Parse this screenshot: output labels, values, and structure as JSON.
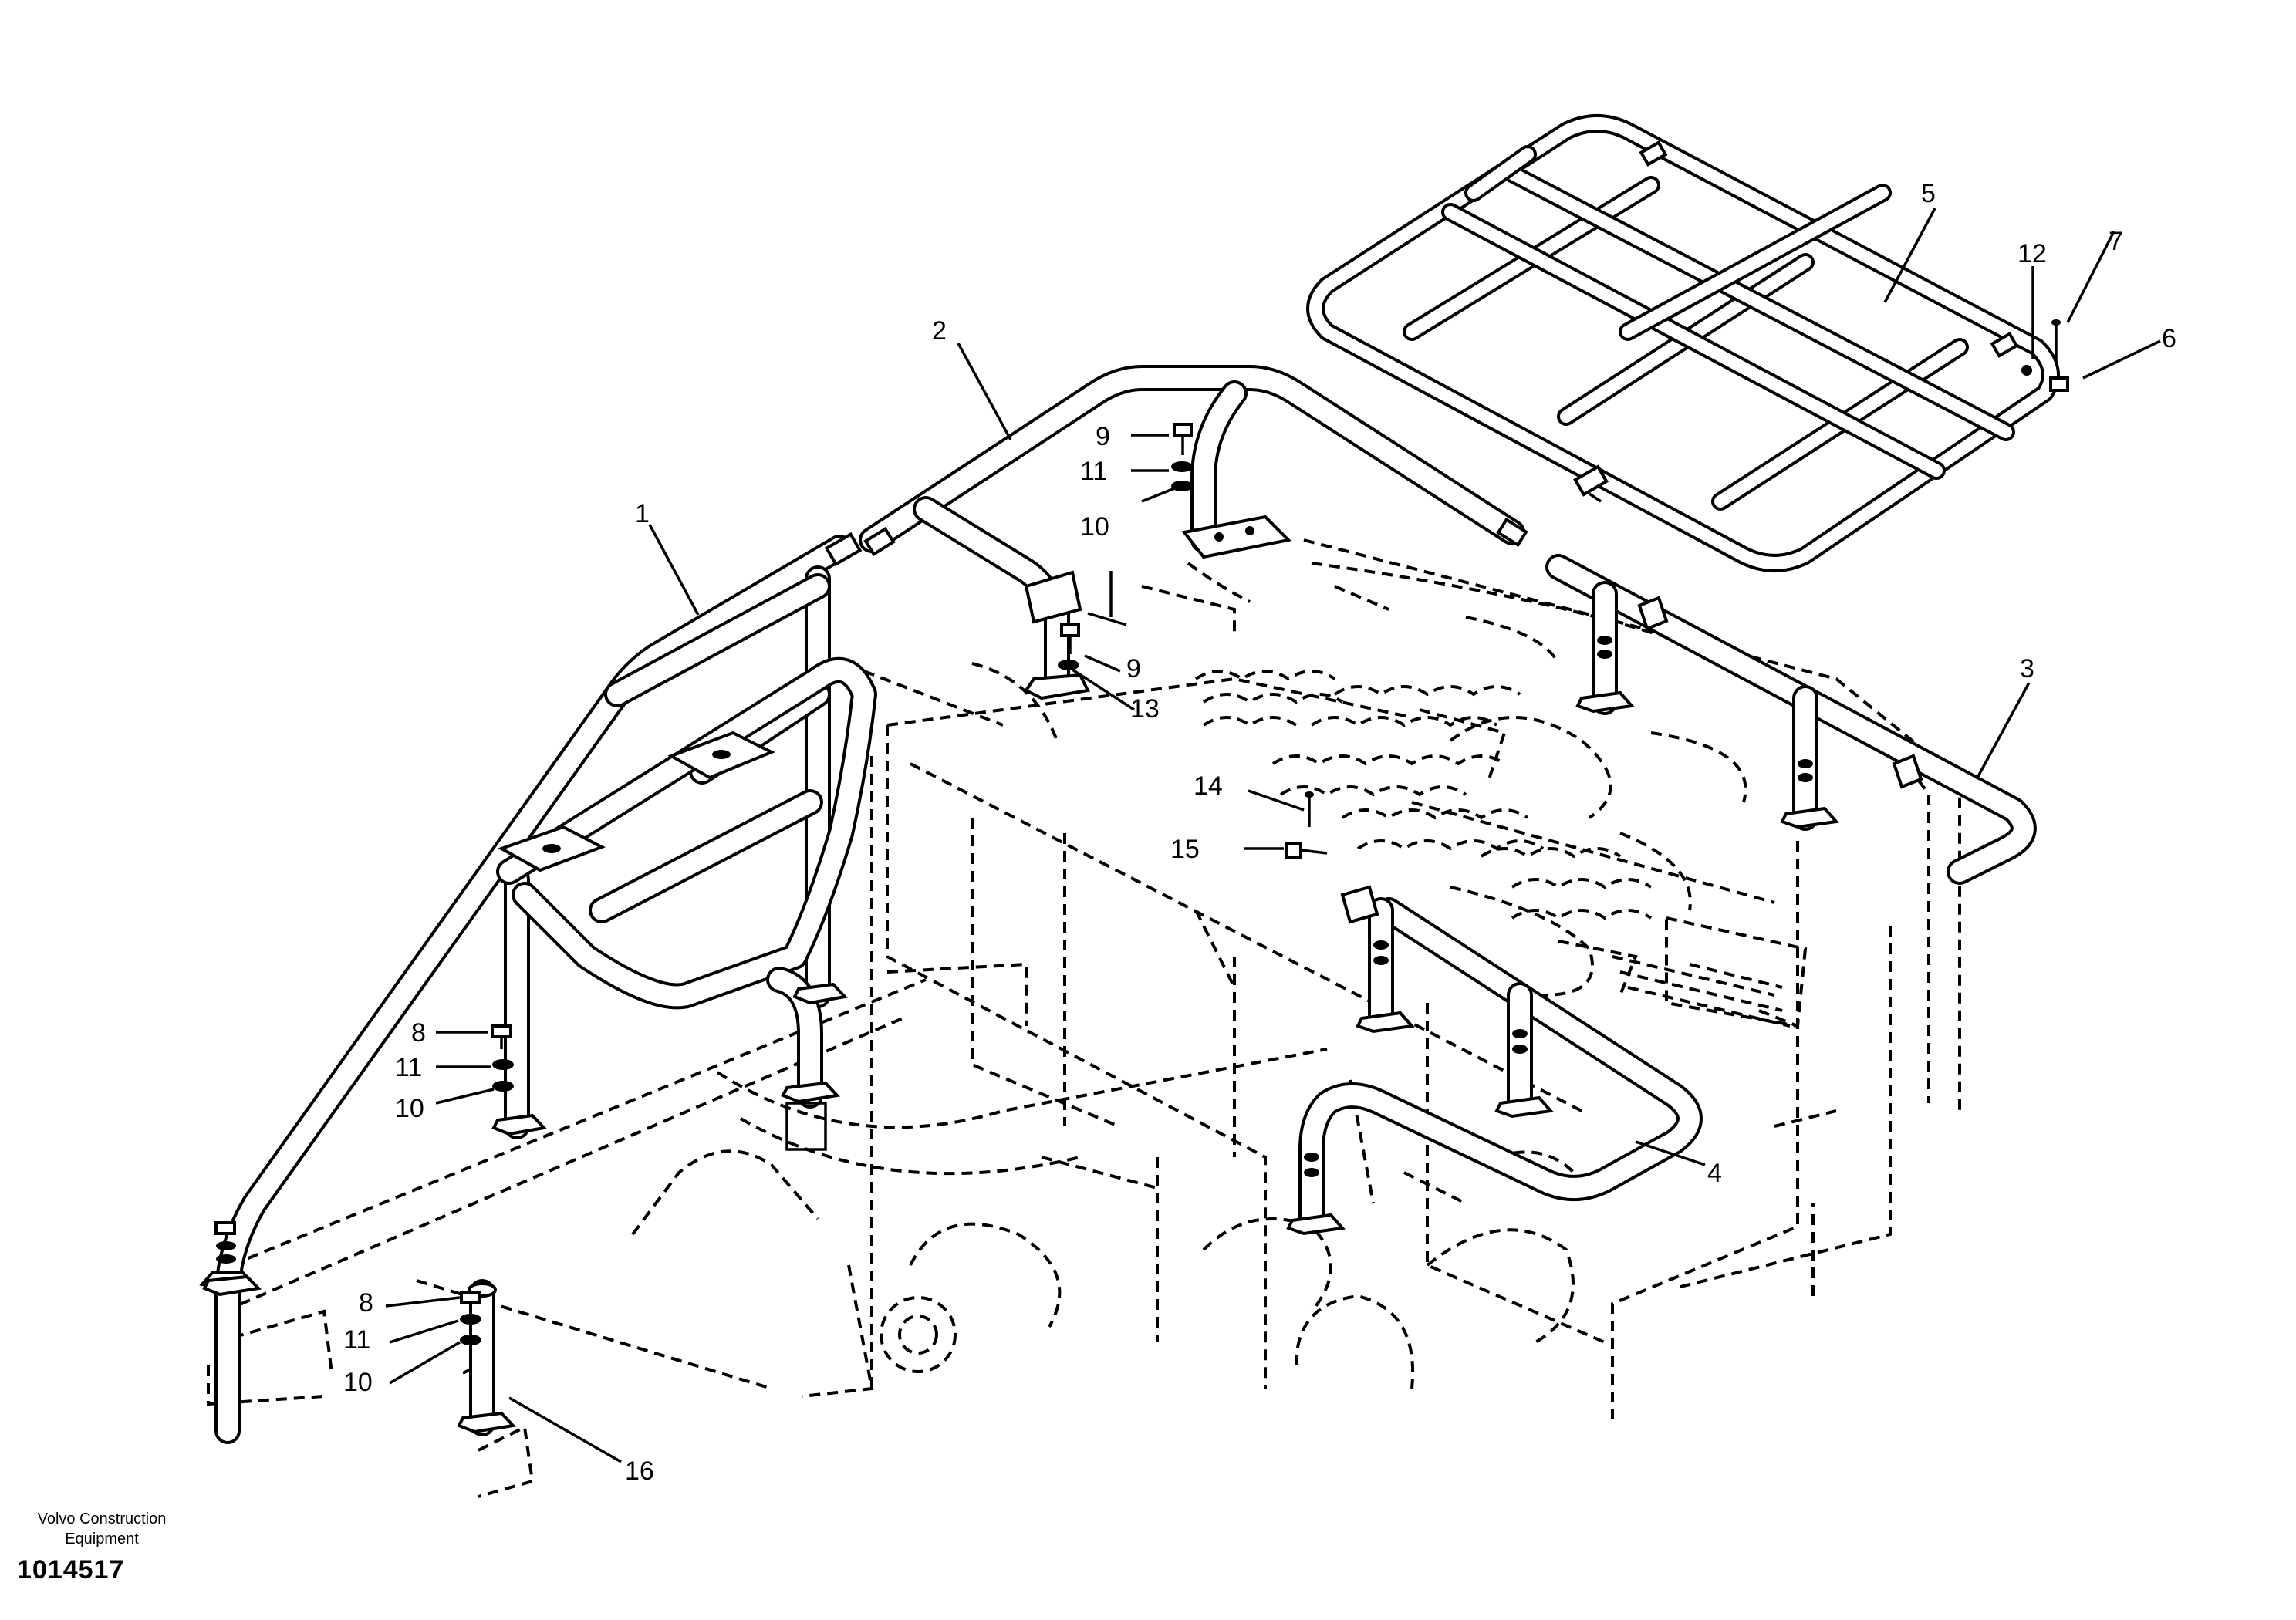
{
  "diagram": {
    "callouts": [
      "1",
      "2",
      "3",
      "4",
      "5",
      "6",
      "7",
      "8",
      "8",
      "9",
      "9",
      "10",
      "10",
      "10",
      "11",
      "11",
      "11",
      "12",
      "13",
      "14",
      "15",
      "16"
    ]
  },
  "footer": {
    "company": "Volvo Construction Equipment",
    "drawing_number": "1014517"
  }
}
